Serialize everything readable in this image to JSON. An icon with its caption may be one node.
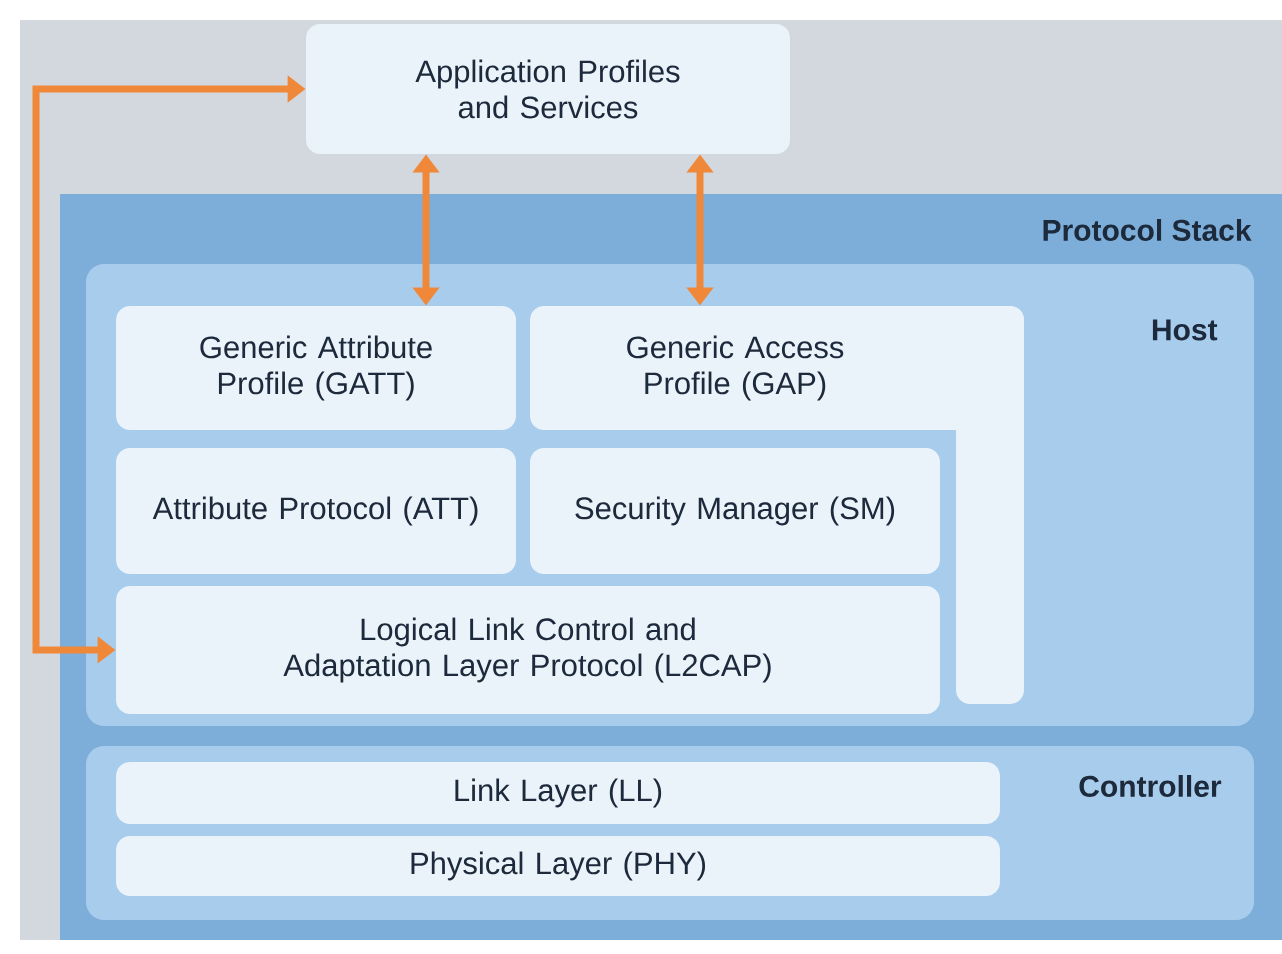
{
  "diagram": {
    "nodes": [
      {
        "text": [],
        "shape": "box"
      },
      {
        "text": [
          "Application Profiles and Services"
        ],
        "in": 0
      },
      {
        "text": [
          "Protocol Stack"
        ],
        "in": 0
      },
      {
        "text": [
          "Host"
        ],
        "in": 2
      },
      {
        "text": [
          "Generic Attribute Profile (GATT)"
        ],
        "in": 3
      },
      {
        "text": [
          "Generic Access Profile (GAP)"
        ],
        "in": 3
      },
      {
        "text": [
          "Attribute Protocol (ATT)"
        ],
        "in": 3
      },
      {
        "text": [
          "Security Manager (SM)"
        ],
        "in": 3
      },
      {
        "text": [
          "Logical Link Control and Adaptation Layer Protocol (L2CAP)"
        ],
        "in": 3
      },
      {
        "text": [
          "Controller"
        ],
        "in": 2
      },
      {
        "text": [
          "Link Layer (LL)"
        ],
        "in": 9
      },
      {
        "text": [
          "Physical Layer (PHY)"
        ],
        "in": 9
      }
    ],
    "edges": [
      {
        "from": 1,
        "to": 4,
        "arrow": "both"
      },
      {
        "from": 1,
        "to": 5,
        "arrow": "both"
      },
      {
        "from": 8,
        "to": 1,
        "arrow": "both"
      }
    ]
  }
}
